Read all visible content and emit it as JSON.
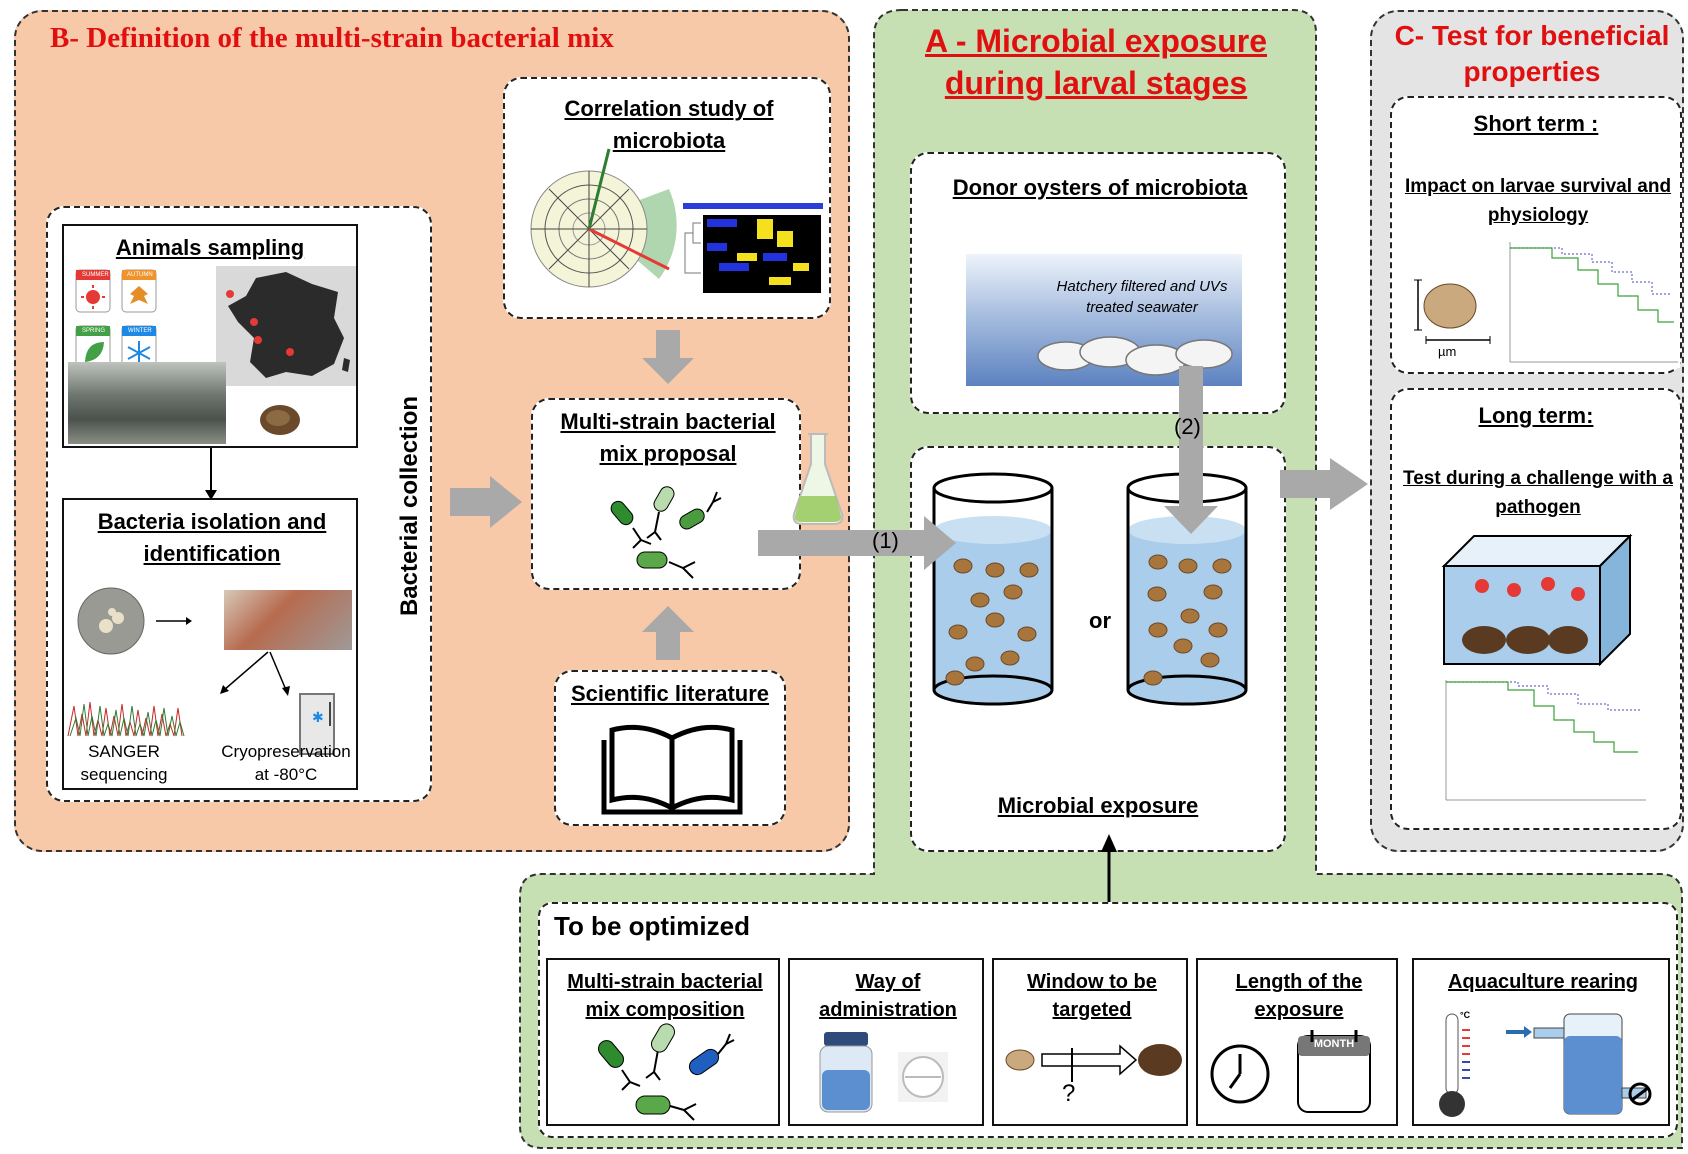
{
  "panel_b": {
    "title": "B- Definition of the multi-strain bacterial mix",
    "animals_sampling": "Animals sampling",
    "season_summer": "SUMMER",
    "season_autumn": "AUTUMN",
    "season_spring": "SPRING",
    "season_winter": "WINTER",
    "bacteria_isolation": "Bacteria isolation and identification",
    "sanger": "SANGER sequencing",
    "cryo": "Cryopreservation at -80°C",
    "bacterial_collection": "Bacterial collection",
    "correlation_study": "Correlation study of microbiota",
    "multi_strain_proposal": "Multi-strain bacterial mix proposal",
    "scientific_literature": "Scientific literature"
  },
  "panel_a": {
    "title": "A - Microbial exposure during larval stages",
    "donor_oysters": "Donor oysters of microbiota",
    "seawater_label": "Hatchery filtered and UVs treated seawater",
    "arrow_1": "(1)",
    "arrow_2": "(2)",
    "or": "or",
    "microbial_exposure": "Microbial exposure"
  },
  "panel_c": {
    "title": "C- Test for beneficial properties",
    "short_term": "Short term :",
    "short_term_desc": "Impact on larvae survival and physiology",
    "scale_unit": "µm",
    "long_term": "Long term:",
    "long_term_desc": "Test during a challenge with a pathogen"
  },
  "optimized": {
    "title": "To be optimized",
    "items": [
      {
        "label": "Multi-strain bacterial mix composition"
      },
      {
        "label": "Way of administration"
      },
      {
        "label": "Window to be targeted",
        "mark": "?"
      },
      {
        "label": "Length of the exposure",
        "calendar": "MONTH"
      },
      {
        "label": "Aquaculture rearing",
        "unit": "°C"
      }
    ]
  },
  "colors": {
    "panel_b_bg": "#f7c9a9",
    "panel_a_bg": "#c6dfb3",
    "panel_c_bg": "#e4e4e4",
    "title_red": "#e01010",
    "arrow_grey": "#a9a9a9",
    "water_blue": "#a9cdea"
  }
}
